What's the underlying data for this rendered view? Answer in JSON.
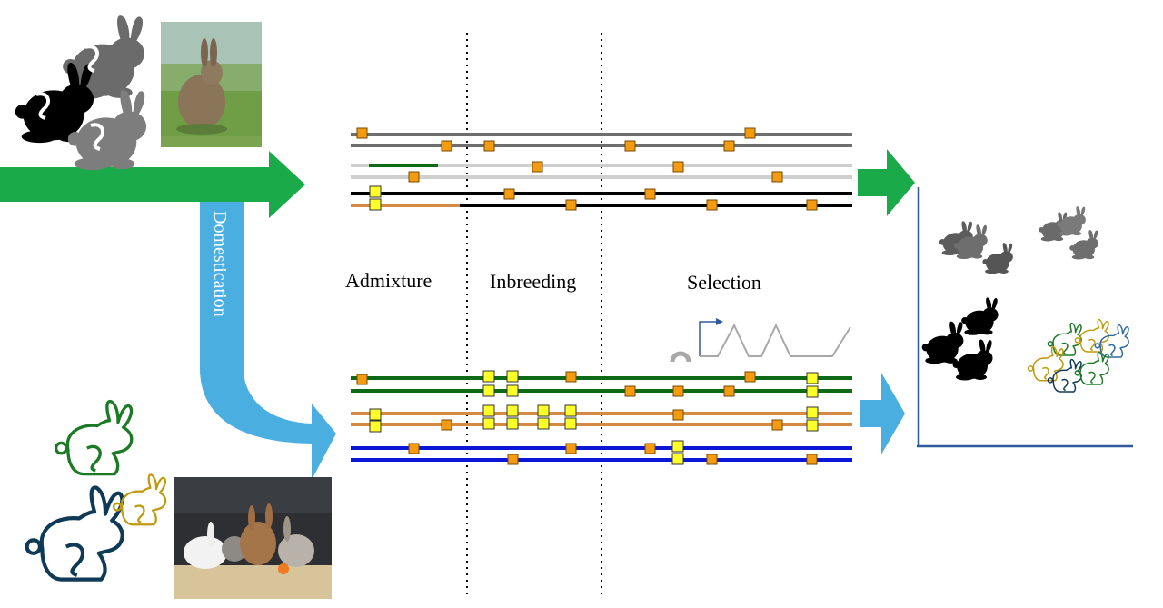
{
  "labels": {
    "domestication": "Domestication",
    "admixture": "Admixture",
    "inbreeding": "Inbreeding",
    "selection": "Selection"
  },
  "icons": {
    "wild_rabbits": "rabbit-silhouette-icon",
    "domestic_rabbits": "rabbit-outline-icon",
    "selection_sweep": "selective-sweep-icon"
  },
  "photos": {
    "wild": "wild-rabbit-photo",
    "domestic": "domestic-rabbits-photo"
  },
  "colors": {
    "green_arrow": "#1aaa4a",
    "blue_arrow": "#4aaee0",
    "gray": "#6e6e6e",
    "light_gray": "#cfcfcf",
    "dark_green": "#0e6a17",
    "brown": "#d48a44",
    "black": "#000000",
    "blue": "#0a16d8",
    "orange_marker": "#f39c12",
    "yellow_marker": "#ffff29",
    "axis": "#2f5b9e"
  }
}
